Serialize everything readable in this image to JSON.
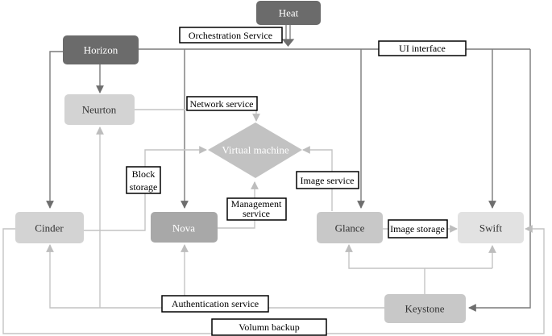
{
  "nodes": {
    "heat": "Heat",
    "horizon": "Horizon",
    "neutron": "Neurton",
    "cinder": "Cinder",
    "nova": "Nova",
    "glance": "Glance",
    "swift": "Swift",
    "keystone": "Keystone",
    "virtual_machine": "Virtual machine"
  },
  "labels": {
    "orchestration": "Orchestration Service",
    "ui_interface": "UI interface",
    "network_service": "Network service",
    "block_storage_1": "Block",
    "block_storage_2": "storage",
    "image_service": "Image service",
    "management_service_1": "Management",
    "management_service_2": "service",
    "image_storage": "Image storage",
    "authentication_service": "Authentication service",
    "volumn_backup": "Volumn backup"
  },
  "colors": {
    "dark": "#6b6b6b",
    "medium": "#a8a8a8",
    "light": "#d3d3d3",
    "line_dark": "#7a7a7a",
    "line_light": "#c4c4c4"
  }
}
